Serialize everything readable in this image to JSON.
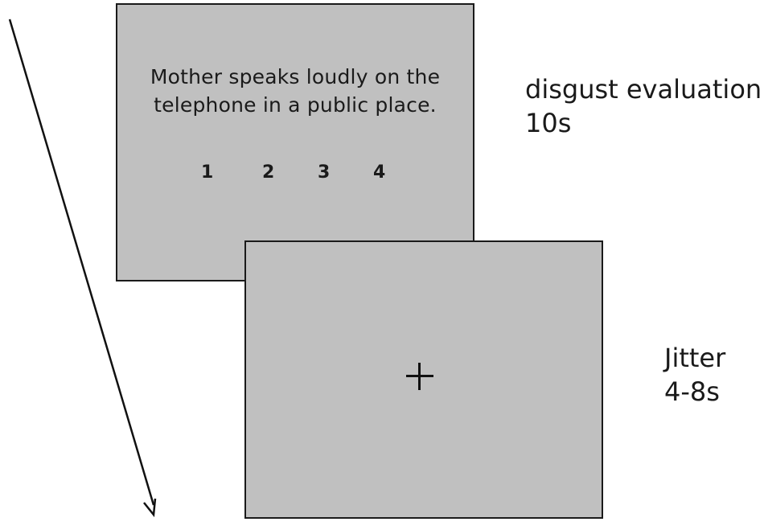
{
  "evaluation_screen": {
    "sentence_line1": "Mother speaks loudly on the",
    "sentence_line2": "telephone in a public place.",
    "rating_options": [
      "1",
      "2",
      "3",
      "4"
    ],
    "background_color": "#c0c0c0"
  },
  "evaluation_label": {
    "name": "disgust evaluation",
    "duration": "10s"
  },
  "jitter_screen": {
    "fixation_symbol": "+",
    "background_color": "#c0c0c0"
  },
  "jitter_label": {
    "name": "Jitter",
    "duration": "4-8s"
  },
  "timeline": {
    "icon": "timeline-arrow-icon",
    "color": "#111111"
  }
}
